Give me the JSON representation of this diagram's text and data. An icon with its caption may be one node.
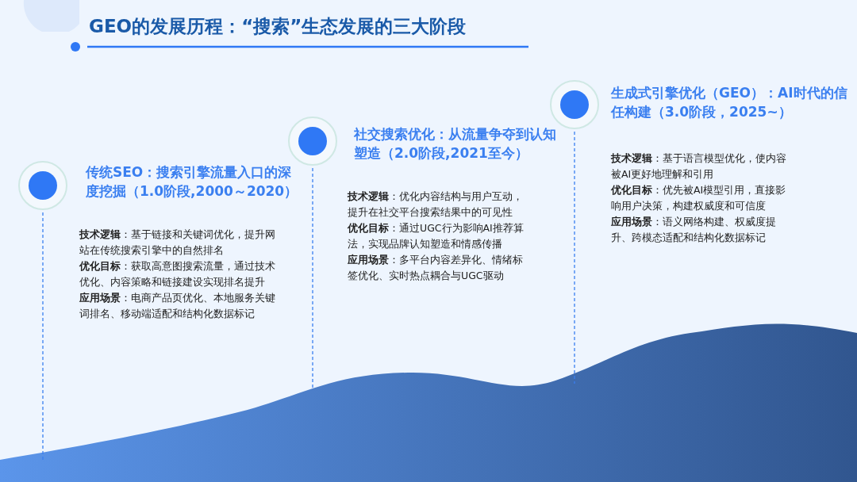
{
  "diagram": {
    "title": "GEO的发展历程：“搜索”生态发展的三大阶段",
    "nodes": [
      {
        "text": [
          "传统SEO：搜索引擎流量入口的深度挖掘（1.0阶段,2000～2020）"
        ],
        "beside": [
          "**技术逻辑**：基于链接和关键词优化，提升网站在传统搜索引擎中的自然排名",
          "**优化目标**：获取高意图搜索流量，通过技术优化、内容策略和链接建设实现排名提升",
          "**应用场景**：电商产品页优化、本地服务关键词排名、移动端适配和结构化数据标记"
        ]
      },
      {
        "text": [
          "社交搜索优化：从流量争夺到认知塑造（2.0阶段,2021至今）"
        ],
        "beside": [
          "**技术逻辑**：优化内容结构与用户互动，提升在社交平台搜索结果中的可见性",
          "**优化目标**：通过UGC行为影响AI推荐算法，实现品牌认知塑造和情感传播",
          "**应用场景**：多平台内容差异化、情绪标签优化、实时热点耦合与UGC驱动"
        ]
      },
      {
        "text": [
          "生成式引擎优化（GEO）：AI时代的信任构建（3.0阶段，2025~）"
        ],
        "beside": [
          "**技术逻辑**：基于语言模型优化，使内容被AI更好地理解和引用",
          "**优化目标**：优先被AI模型引用，直接影响用户决策，构建权威度和可信度",
          "**应用场景**：语义网络构建、权威度提升、跨模态适配和结构化数据标记"
        ]
      }
    ],
    "edges": []
  }
}
